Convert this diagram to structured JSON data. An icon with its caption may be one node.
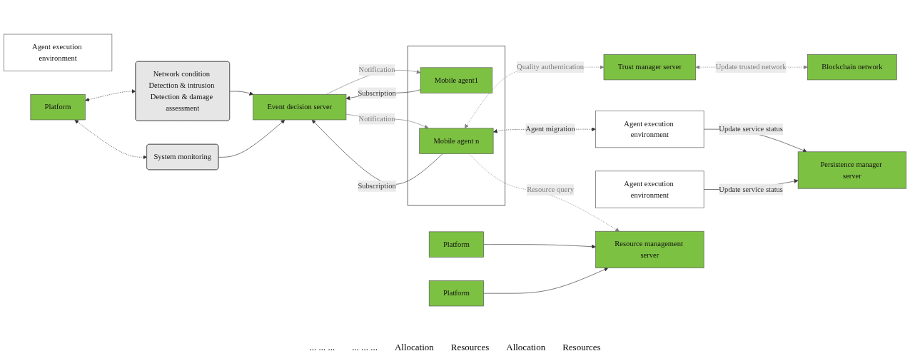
{
  "diagram": {
    "nodes": [
      {
        "text": [
          "Event decision server"
        ]
      },
      {
        "text": [
          "Network condition Detection & intrusion Detection & damage assessment"
        ]
      },
      {
        "text": [
          "System monitoring"
        ]
      },
      {
        "text": [],
        "shape": "box"
      },
      {
        "text": [
          "Mobile agent1"
        ],
        "in": 3
      },
      {
        "text": [
          "Mobile agent n"
        ],
        "in": 3
      },
      {
        "text": [
          "Agent execution environment"
        ]
      },
      {
        "text": [
          "Platform"
        ]
      },
      {
        "text": [
          "Trust manager server"
        ]
      },
      {
        "text": [
          "Blockchain network"
        ]
      },
      {
        "text": [
          "Persistence manager server"
        ]
      },
      {
        "text": [
          "Agent execution environment"
        ]
      },
      {
        "text": [
          "Platform"
        ]
      },
      {
        "text": [
          "Agent execution environment"
        ]
      },
      {
        "text": [
          "Platform"
        ]
      },
      {
        "text": [
          "Resource management server"
        ]
      }
    ],
    "edges": [
      {
        "from": 1,
        "to": 0,
        "arrow": "to"
      },
      {
        "from": 2,
        "to": 0,
        "arrow": "to"
      },
      {
        "from": 4,
        "to": 0,
        "arrow": "to",
        "label": "Subscription"
      },
      {
        "from": 0,
        "to": 4,
        "arrow": "to",
        "label": "Notification",
        "color": "#7f7f7f"
      },
      {
        "from": 5,
        "to": 0,
        "arrow": "to",
        "label": "Subscription"
      },
      {
        "from": 0,
        "to": 5,
        "arrow": "to",
        "label": "Notification",
        "color": "#7f7f7f"
      },
      {
        "from": 7,
        "to": 1,
        "arrow": "both",
        "style": "dashed"
      },
      {
        "from": 7,
        "to": 2,
        "arrow": "both",
        "style": "dashed"
      },
      {
        "from": 5,
        "to": 8,
        "arrow": "both",
        "style": "dashed",
        "label": "Quality authentication",
        "color": "#7f7f7f"
      },
      {
        "from": 8,
        "to": 9,
        "arrow": "both",
        "style": "dashed",
        "label": "Update trusted network",
        "color": "#7f7f7f"
      },
      {
        "from": 5,
        "to": 11,
        "arrow": "both",
        "style": "dashed",
        "label": "Agent migration"
      },
      {
        "from": 5,
        "to": 15,
        "arrow": "to",
        "style": "dashed",
        "label": "Resource query",
        "color": "#7f7f7f"
      },
      {
        "from": 11,
        "to": 10,
        "arrow": "to",
        "label": "Update service status"
      },
      {
        "from": 13,
        "to": 10,
        "arrow": "to",
        "label": "Update service status"
      },
      {
        "from": 12,
        "to": 15,
        "arrow": "to"
      },
      {
        "from": 14,
        "to": 15,
        "arrow": "to"
      }
    ],
    "labels": [
      "... ... ...",
      "... ... ...",
      "Allocation",
      "Resources",
      "Allocation",
      "Resources"
    ]
  }
}
